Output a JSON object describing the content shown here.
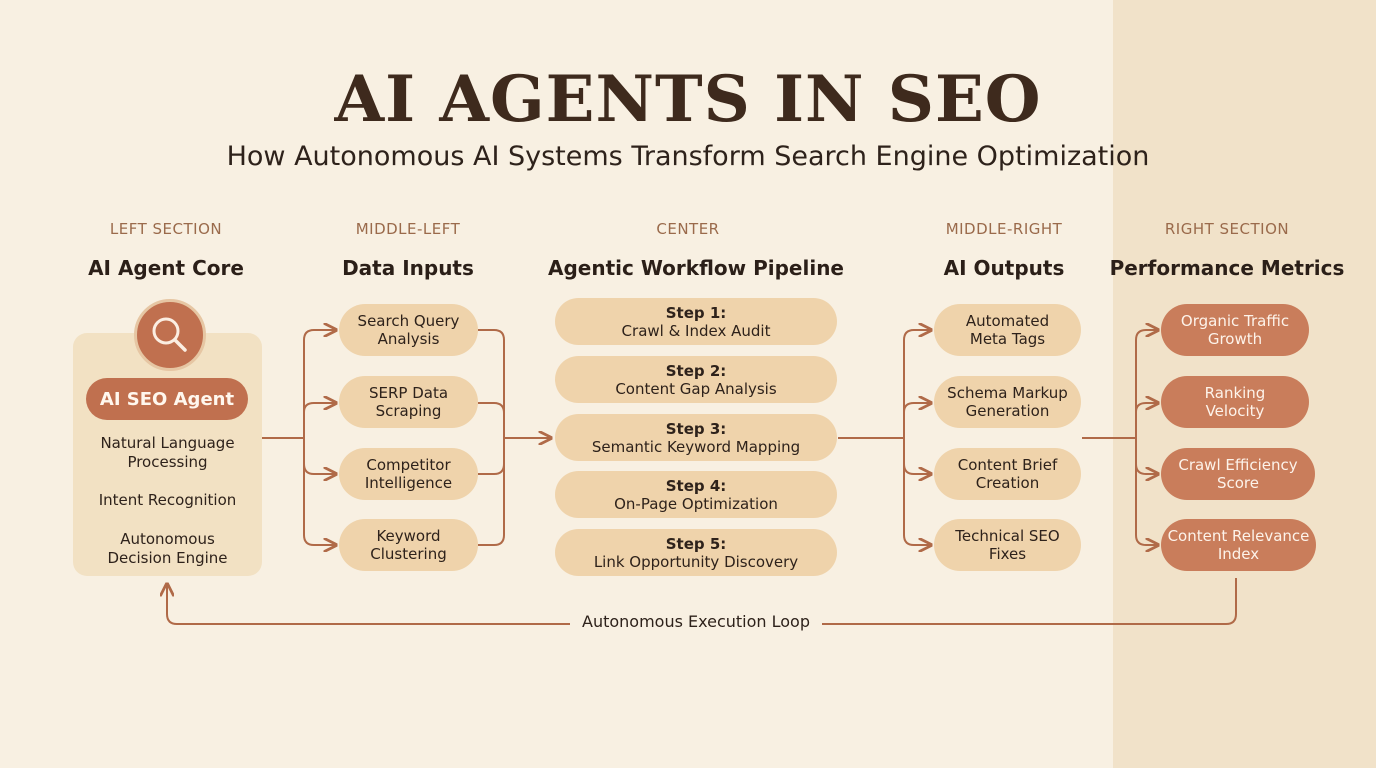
{
  "title": "AI AGENTS IN SEO",
  "subtitle": "How Autonomous AI Systems Transform Search Engine Optimization",
  "sections": {
    "left": {
      "label": "LEFT SECTION",
      "heading": "AI Agent Core"
    },
    "middle_left": {
      "label": "MIDDLE-LEFT",
      "heading": "Data Inputs"
    },
    "center": {
      "label": "CENTER",
      "heading": "Agentic Workflow Pipeline"
    },
    "middle_right": {
      "label": "MIDDLE-RIGHT",
      "heading": "AI Outputs"
    },
    "right": {
      "label": "RIGHT SECTION",
      "heading": "Performance Metrics"
    }
  },
  "core": {
    "agent_label": "AI SEO Agent",
    "icon": "search-icon",
    "items": [
      {
        "line1": "Natural Language",
        "line2": "Processing"
      },
      {
        "line1": "Intent Recognition",
        "line2": ""
      },
      {
        "line1": "Autonomous",
        "line2": "Decision Engine"
      }
    ]
  },
  "inputs": [
    {
      "line1": "Search Query",
      "line2": "Analysis"
    },
    {
      "line1": "SERP Data",
      "line2": "Scraping"
    },
    {
      "line1": "Competitor",
      "line2": "Intelligence"
    },
    {
      "line1": "Keyword",
      "line2": "Clustering"
    }
  ],
  "steps": [
    {
      "num": "Step 1:",
      "text": "Crawl & Index Audit"
    },
    {
      "num": "Step 2:",
      "text": "Content Gap Analysis"
    },
    {
      "num": "Step 3:",
      "text": "Semantic Keyword Mapping"
    },
    {
      "num": "Step 4:",
      "text": "On-Page Optimization"
    },
    {
      "num": "Step 5:",
      "text": "Link Opportunity Discovery"
    }
  ],
  "outputs": [
    {
      "line1": "Automated",
      "line2": "Meta Tags"
    },
    {
      "line1": "Schema Markup",
      "line2": "Generation"
    },
    {
      "line1": "Content Brief",
      "line2": "Creation"
    },
    {
      "line1": "Technical SEO",
      "line2": "Fixes"
    }
  ],
  "metrics": [
    {
      "line1": "Organic Traffic",
      "line2": "Growth"
    },
    {
      "line1": "Ranking",
      "line2": "Velocity"
    },
    {
      "line1": "Crawl Efficiency",
      "line2": "Score"
    },
    {
      "line1": "Content Relevance",
      "line2": "Index"
    }
  ],
  "loop_label": "Autonomous Execution Loop",
  "colors": {
    "background": "#f8f0e2",
    "accent": "#c0704f",
    "pill": "#efd3ab",
    "metric": "#c97d5b",
    "connector": "#b06a48"
  }
}
